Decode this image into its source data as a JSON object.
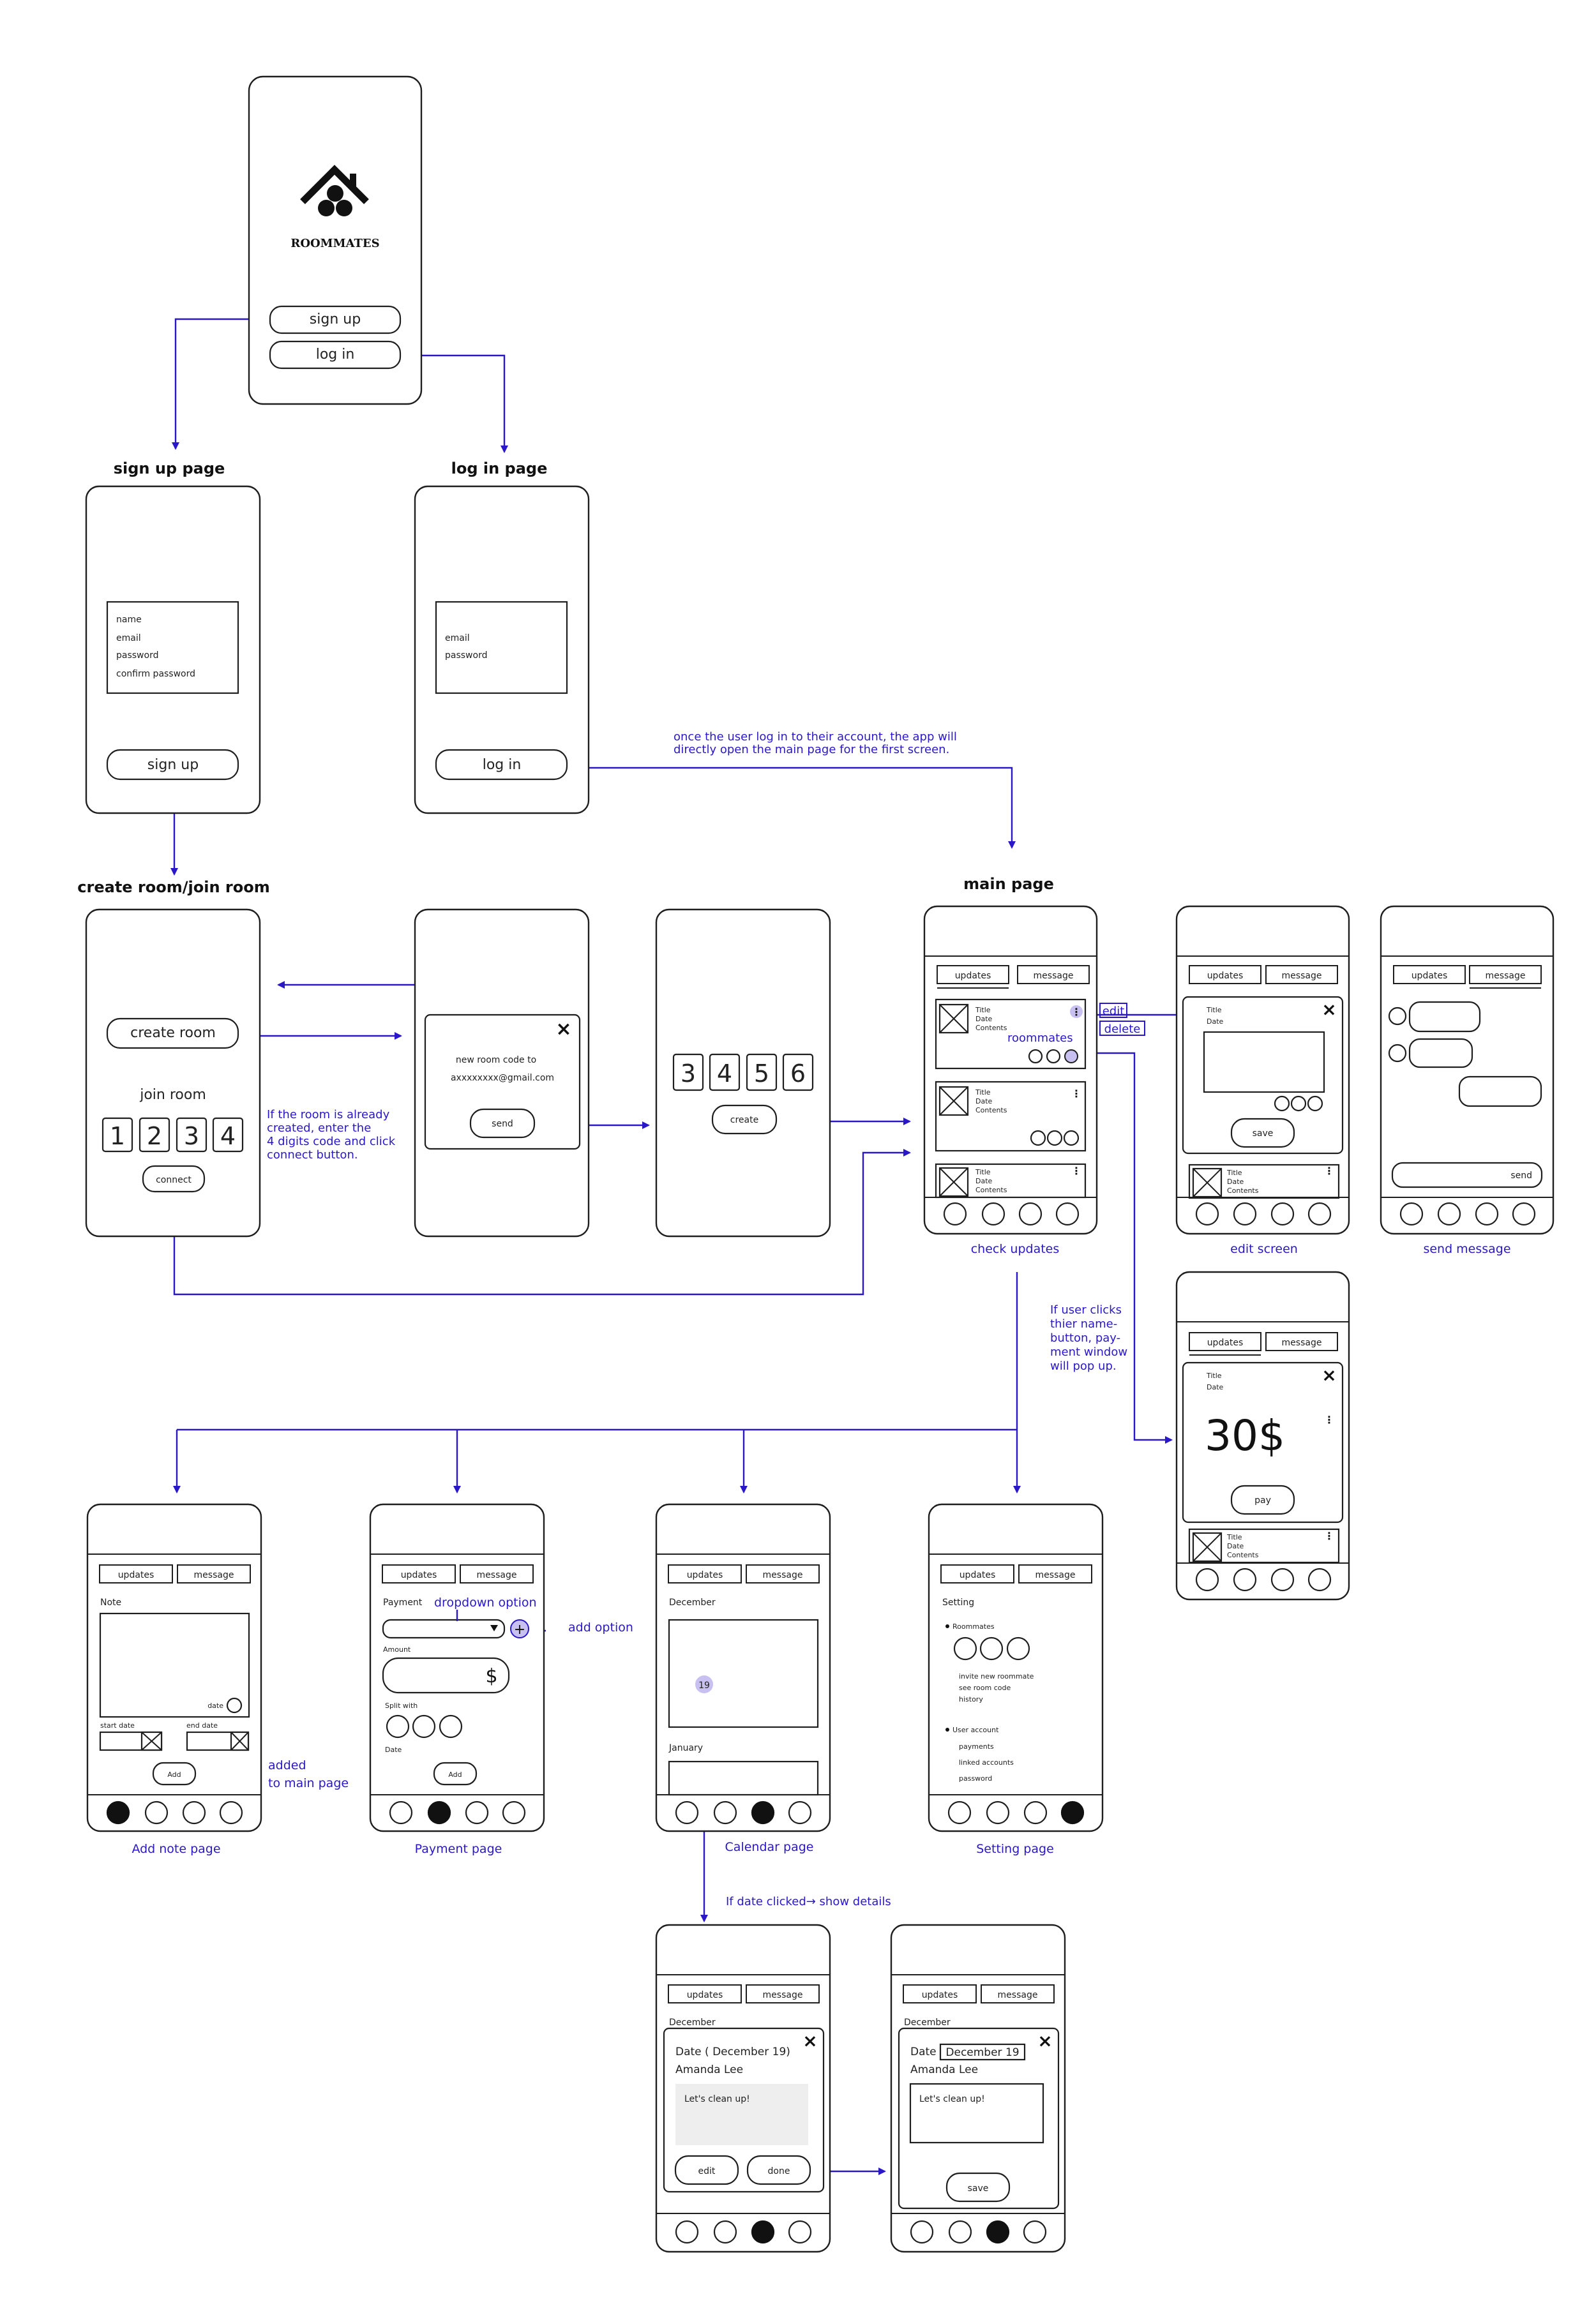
{
  "colors": {
    "ink": "#1e1e1e",
    "accent": "#2a18c8",
    "highlight": "#c8c0f0",
    "note_bg": "#eeeeee"
  },
  "splash": {
    "brand": "ROOMMATES",
    "signup": "sign up",
    "login": "log  in"
  },
  "headings": {
    "signup_page": "sign up page",
    "login_page": "log in page",
    "create_join": "create room/join room",
    "main_page": "main page"
  },
  "signup_page": {
    "fields": [
      "name",
      "email",
      "password",
      "confirm password"
    ],
    "button": "sign up"
  },
  "login_page": {
    "fields": [
      "email",
      "password"
    ],
    "button": "log  in"
  },
  "annotations": {
    "login_note": [
      "once the user log in to their account, the app will",
      "directly open the main page for the first screen."
    ],
    "join_note": [
      "If the room is already",
      "created, enter the",
      "4 digits code and click",
      "connect button."
    ],
    "name_note": [
      "If user clicks",
      "thier name-",
      "button, pay-",
      "ment window",
      "will pop up."
    ],
    "edit": "edit",
    "delete": "delete",
    "roommates": "roommates",
    "dropdown": "dropdown option",
    "add_option": "add option",
    "added": [
      "added",
      "to main page"
    ],
    "date_clicked": "If date clicked→ show details"
  },
  "create_room": {
    "create_button": "create room",
    "join_label": "join room",
    "code": [
      "1",
      "2",
      "3",
      "4"
    ],
    "connect": "connect"
  },
  "send_code": {
    "line1": "new room code to",
    "line2": "axxxxxxxx@gmail.com",
    "button": "send",
    "close": "×"
  },
  "room_code": {
    "code": [
      "3",
      "4",
      "5",
      "6"
    ],
    "button": "create"
  },
  "tabs": {
    "updates": "updates",
    "message": "message"
  },
  "card": {
    "title": "Title",
    "date": "Date",
    "contents": "Contents"
  },
  "edit_screen": {
    "save": "save"
  },
  "send_message": {
    "send": "send"
  },
  "payment_popup": {
    "amount": "30$",
    "pay": "pay"
  },
  "note_page": {
    "label": "Note",
    "date": "date",
    "start": "start date",
    "end": "end date",
    "add": "Add"
  },
  "payment_page": {
    "label": "Payment",
    "amount": "Amount",
    "currency": "$",
    "split": "Split with",
    "date": "Date",
    "add": "Add"
  },
  "calendar_page": {
    "month1": "December",
    "month2": "January",
    "day": "19"
  },
  "setting_page": {
    "label": "Setting",
    "roommates": "Roommates",
    "room_items": [
      "invite new roommate",
      "see room code",
      "history"
    ],
    "account": "User account",
    "account_items": [
      "payments",
      "linked accounts",
      "password"
    ]
  },
  "details": {
    "month": "December",
    "date_line": "Date ( December 19)",
    "name": "Amanda Lee",
    "note": "Let's clean up!",
    "edit": "edit",
    "done": "done",
    "date_label": "Date",
    "date_value": "December 19",
    "save": "save"
  },
  "captions": {
    "check_updates": "check updates",
    "edit_screen": "edit screen",
    "send_message": "send message",
    "add_note": "Add note page",
    "payment": "Payment page",
    "calendar": "Calendar page",
    "setting": "Setting page"
  }
}
